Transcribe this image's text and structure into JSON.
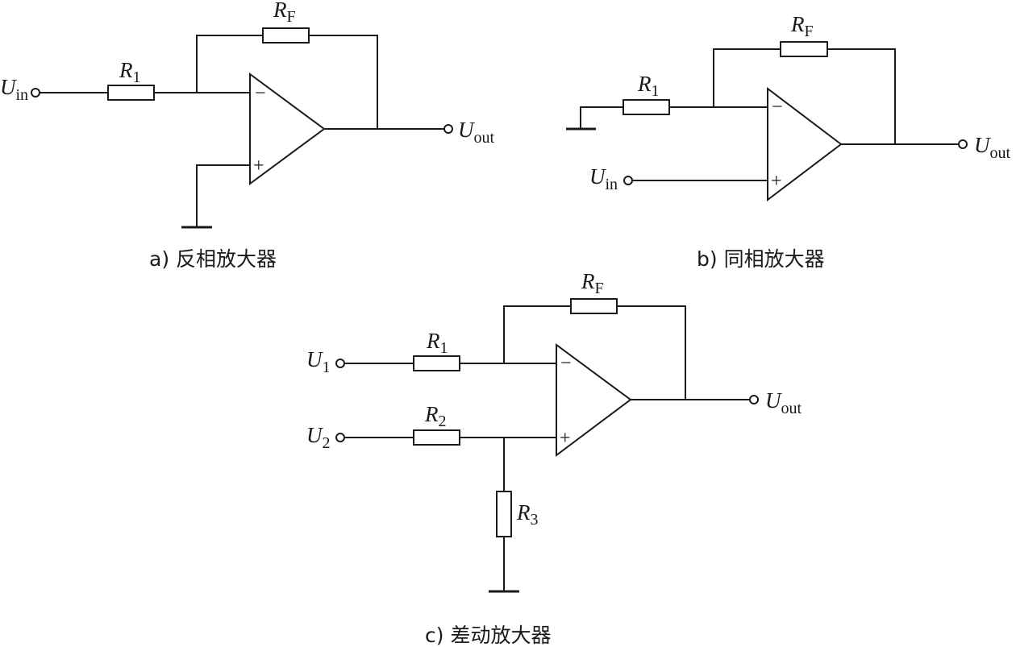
{
  "circuits": {
    "inverting": {
      "caption": "a) 反相放大器",
      "resistors": [
        {
          "letter": "R",
          "sub": "1"
        },
        {
          "letter": "R",
          "sub": "F"
        }
      ],
      "terminals": [
        {
          "letter": "U",
          "sub": "in"
        },
        {
          "letter": "U",
          "sub": "out"
        }
      ],
      "inputs": [
        "−",
        "+"
      ]
    },
    "non_inverting": {
      "caption": "b) 同相放大器",
      "resistors": [
        {
          "letter": "R",
          "sub": "1"
        },
        {
          "letter": "R",
          "sub": "F"
        }
      ],
      "terminals": [
        {
          "letter": "U",
          "sub": "in"
        },
        {
          "letter": "U",
          "sub": "out"
        }
      ],
      "inputs": [
        "−",
        "+"
      ]
    },
    "differential": {
      "caption": "c) 差动放大器",
      "resistors": [
        {
          "letter": "R",
          "sub": "1"
        },
        {
          "letter": "R",
          "sub": "2"
        },
        {
          "letter": "R",
          "sub": "3"
        },
        {
          "letter": "R",
          "sub": "F"
        }
      ],
      "terminals": [
        {
          "letter": "U",
          "sub": "1"
        },
        {
          "letter": "U",
          "sub": "2"
        },
        {
          "letter": "U",
          "sub": "out"
        }
      ],
      "inputs": [
        "−",
        "+"
      ]
    }
  }
}
